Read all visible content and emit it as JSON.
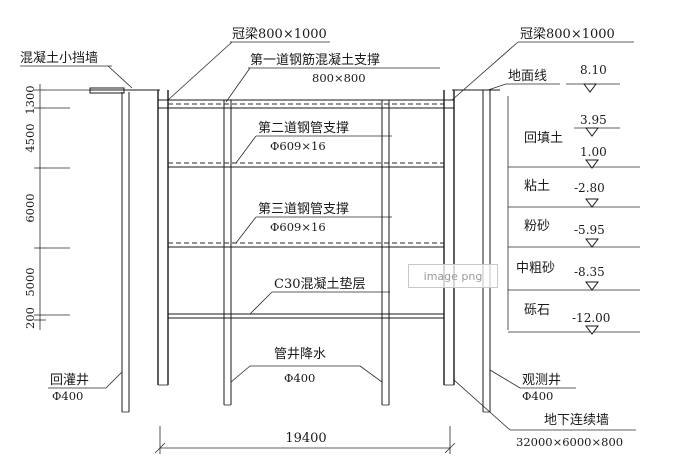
{
  "labels": {
    "small_wall": "混凝土小挡墙",
    "crown_beam_left": "冠梁800×1000",
    "crown_beam_right": "冠梁800×1000",
    "strut1_name": "第一道钢筋混凝土支撑",
    "strut1_size": "800×800",
    "strut2_name": "第二道钢管支撑",
    "strut2_size": "Φ609×16",
    "strut3_name": "第三道钢管支撑",
    "strut3_size": "Φ609×16",
    "cushion": "C30混凝土垫层",
    "dewater_name": "管井降水",
    "dewater_size": "Φ400",
    "recharge_name": "回灌井",
    "recharge_size": "Φ400",
    "observe_name": "观测井",
    "observe_size": "Φ400",
    "diaphragm_name": "地下连续墙",
    "diaphragm_size": "32000×6000×800",
    "width": "19400",
    "ground_line": "地面线"
  },
  "left_dims": [
    "1300",
    "4500",
    "6000",
    "5000",
    "200"
  ],
  "soil_layers": [
    {
      "name": "回填土",
      "top": "3.95",
      "bottom": "1.00"
    },
    {
      "name": "粘土",
      "bottom": "-2.80"
    },
    {
      "name": "粉砂",
      "bottom": "-5.95"
    },
    {
      "name": "中粗砂",
      "bottom": "-8.35"
    },
    {
      "name": "砾石",
      "bottom": "-12.00"
    }
  ],
  "ground_elevation": "8.10",
  "watermark": "image png"
}
